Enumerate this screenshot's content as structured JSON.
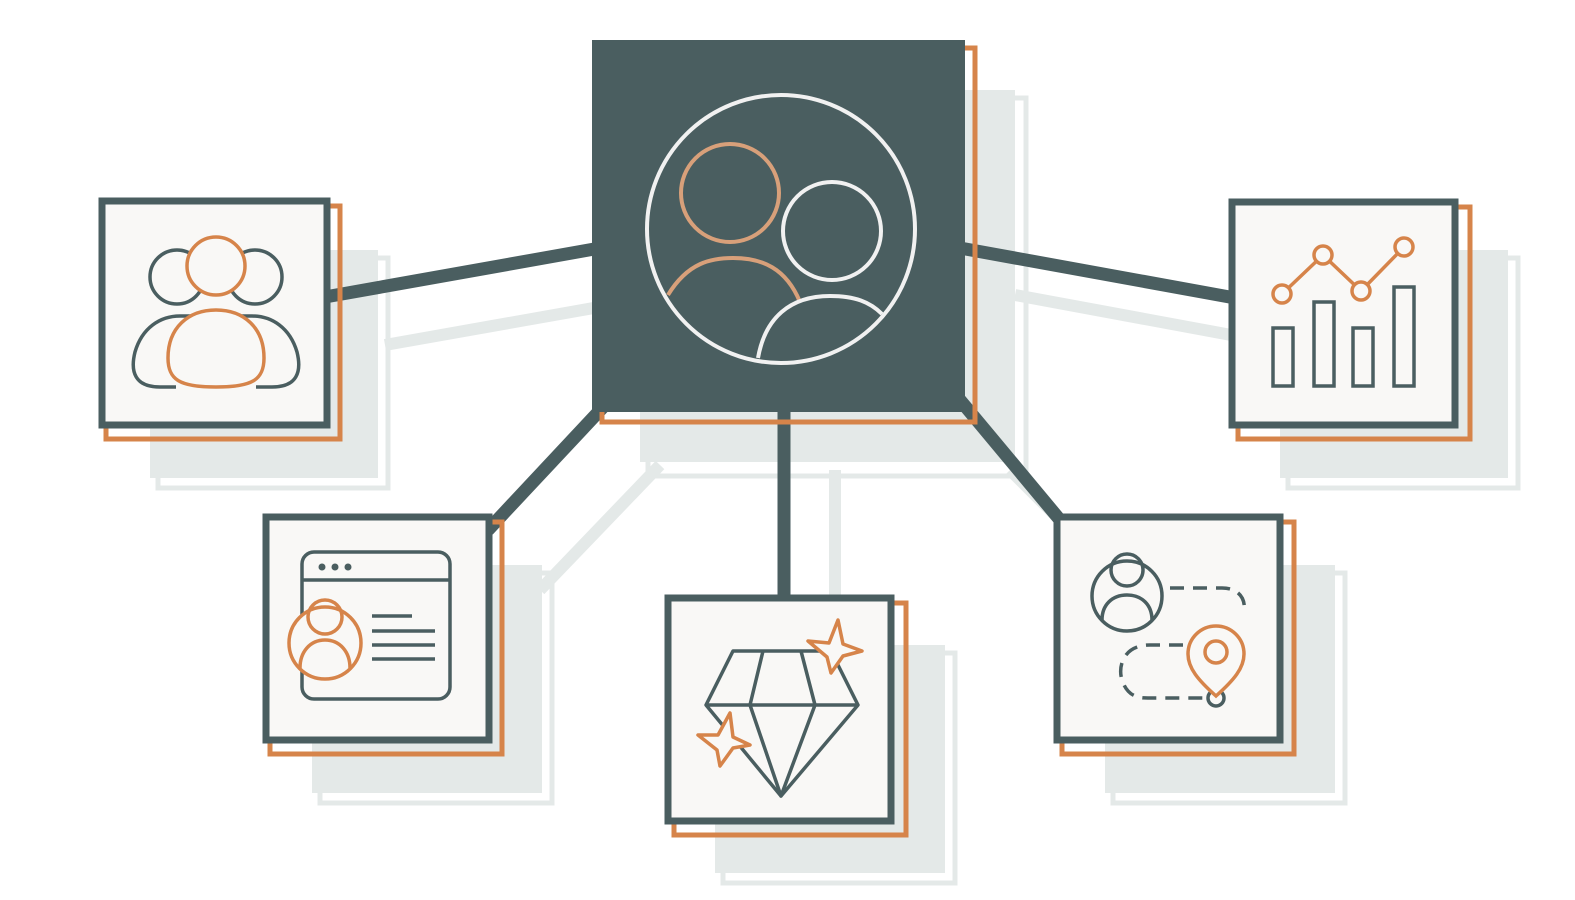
{
  "colors": {
    "slate": "#4a5e60",
    "orange": "#d6844a",
    "shadow": "#e4e9e8",
    "card": "#f9f8f6",
    "white": "#ffffff",
    "light_ring": "#f1f1f1"
  },
  "hub": {
    "icon": "user-group-circle-icon"
  },
  "nodes": [
    {
      "id": "team",
      "icon": "team-group-icon"
    },
    {
      "id": "profile",
      "icon": "user-profile-window-icon"
    },
    {
      "id": "premium",
      "icon": "diamond-sparkle-icon"
    },
    {
      "id": "journey",
      "icon": "user-journey-route-icon"
    },
    {
      "id": "analytics",
      "icon": "analytics-chart-icon"
    }
  ]
}
